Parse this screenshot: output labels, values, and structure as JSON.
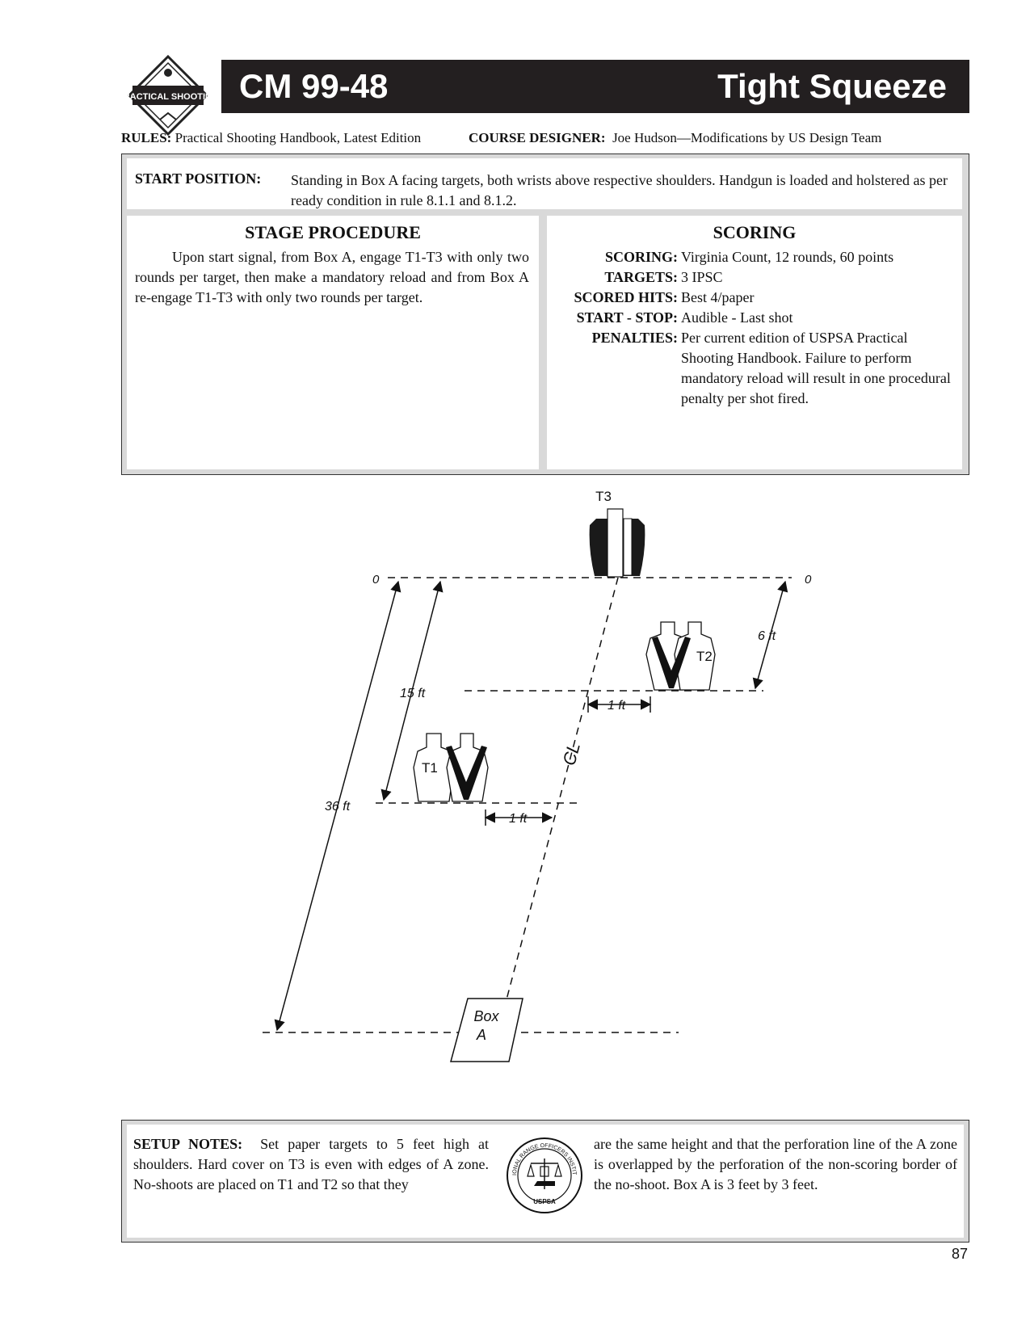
{
  "header": {
    "course_number": "CM 99-48",
    "course_name": "Tight Squeeze",
    "logo_text": "PRACTICAL SHOOTING"
  },
  "rules": {
    "rules_label": "RULES:",
    "rules_value": "Practical Shooting Handbook, Latest Edition",
    "designer_label": "COURSE DESIGNER:",
    "designer_value": "Joe Hudson—Modifications by US Design Team"
  },
  "start_position": {
    "label": "START POSITION:",
    "text": "Standing in Box A facing targets, both wrists above respective shoulders. Handgun is loaded and holstered as per ready condition in rule 8.1.1 and 8.1.2."
  },
  "stage_procedure": {
    "heading": "STAGE PROCEDURE",
    "text": "Upon start signal, from Box A, engage T1-T3 with only two rounds per target, then make a mandatory reload and from Box A re-engage T1-T3 with only two rounds per target."
  },
  "scoring": {
    "heading": "SCORING",
    "rows": [
      {
        "label": "SCORING:",
        "value": "Virginia Count, 12 rounds, 60 points"
      },
      {
        "label": "TARGETS:",
        "value": "3 IPSC"
      },
      {
        "label": "SCORED HITS:",
        "value": "Best 4/paper"
      },
      {
        "label": "START - STOP:",
        "value": "Audible - Last shot"
      },
      {
        "label": "PENALTIES:",
        "value": "Per current edition of USPSA Practical Shooting Handbook. Failure to perform mandatory reload will result in one procedural penalty per shot fired."
      }
    ]
  },
  "diagram": {
    "t3_label": "T3",
    "t2_label": "T2",
    "t1_label": "T1",
    "zero_left": "0",
    "zero_right": "0",
    "dim_6ft": "6 ft",
    "dim_15ft": "15 ft",
    "dim_36ft": "36 ft",
    "dim_1ft_t2": "1 ft",
    "dim_1ft_t1": "1 ft",
    "centerline": "CL",
    "box_line1": "Box",
    "box_line2": "A"
  },
  "setup_notes": {
    "label": "SETUP NOTES:",
    "text_left": "Set paper targets to 5 feet high at shoulders. Hard cover on T3 is even with edges of A zone. No-shoots are placed on T1 and T2 so that they",
    "text_right": "are the same height and that the perforation line of the A zone is overlapped by the perforation of the non-scoring border of the no-shoot. Box A is 3 feet by 3 feet.",
    "seal_text": "NATIONAL RANGE OFFICERS INSTITUTE",
    "seal_bottom": "USPSA"
  },
  "page_number": "87"
}
